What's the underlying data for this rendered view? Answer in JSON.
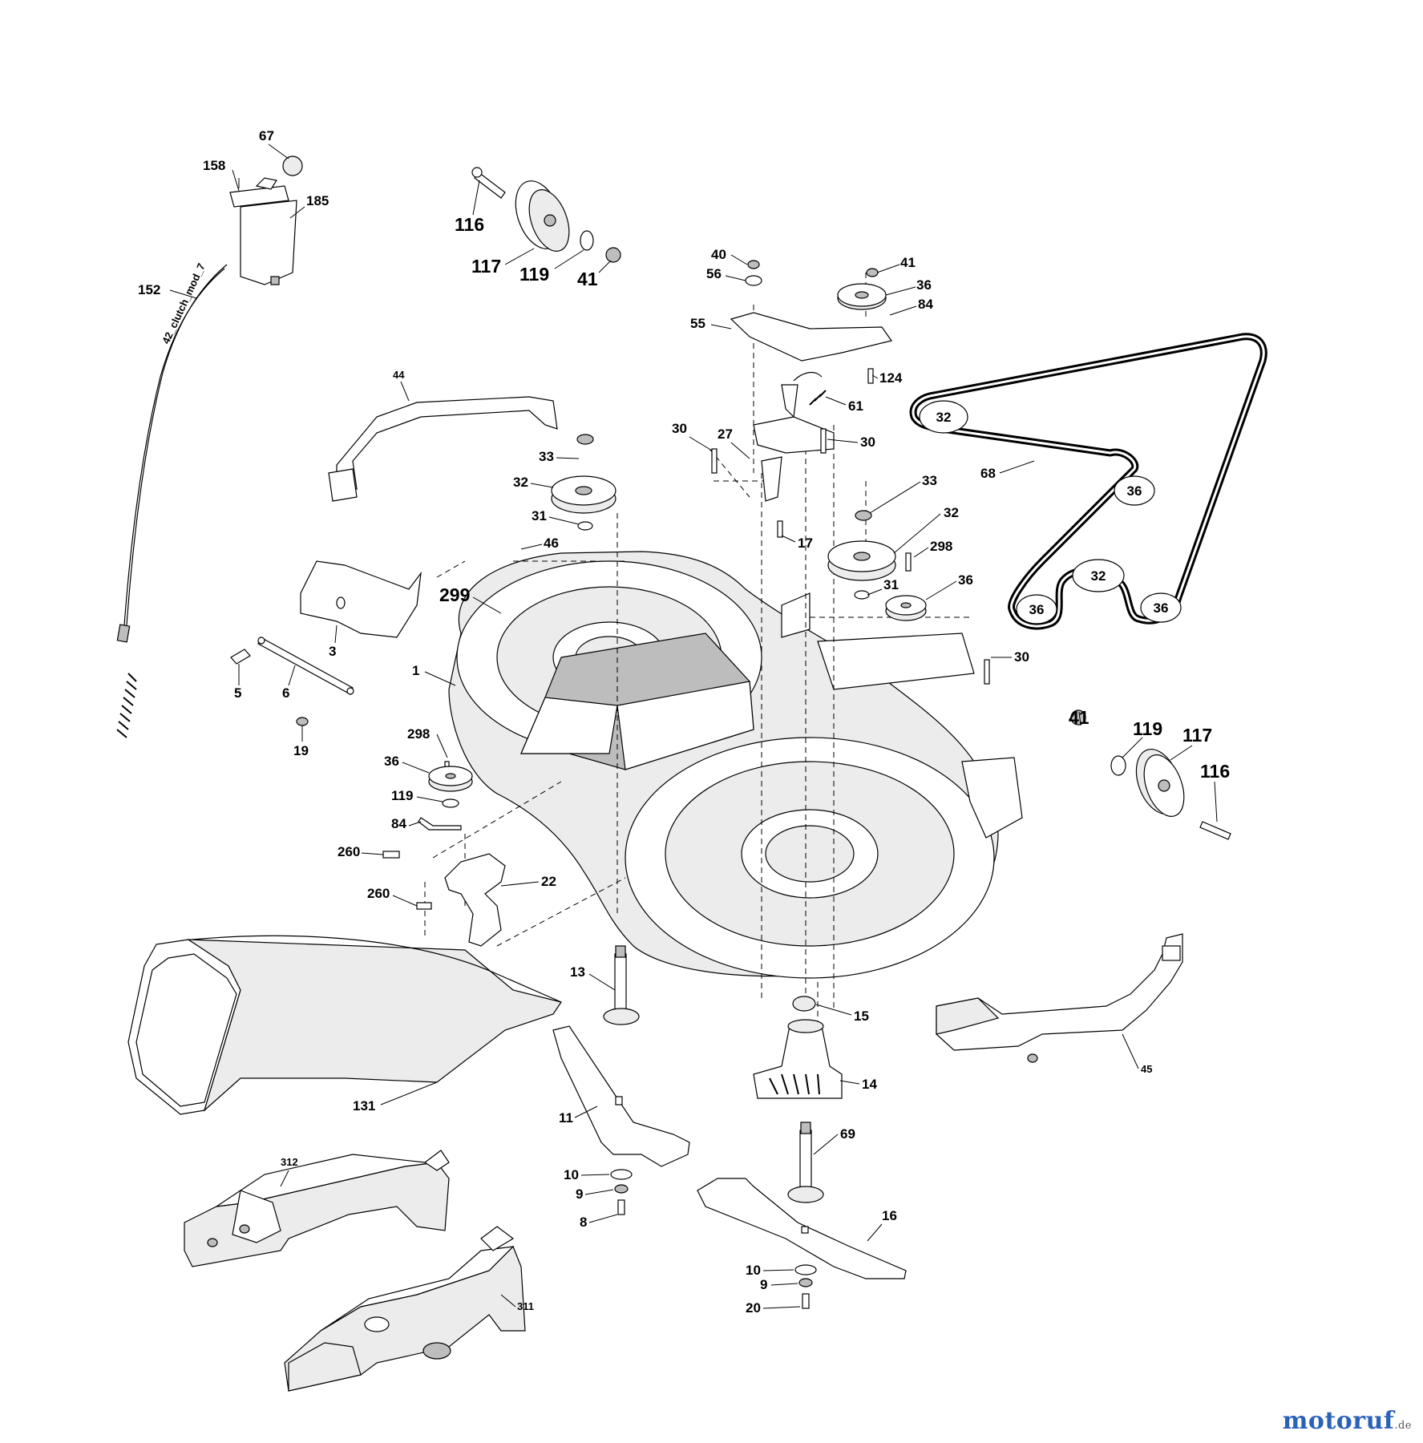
{
  "callouts": {
    "c67": "67",
    "c158": "158",
    "c185": "185",
    "c152": "152",
    "c116a": "116",
    "c117a": "117",
    "c119a": "119",
    "c41a": "41",
    "c40": "40",
    "c56": "56",
    "c41b": "41",
    "c36a": "36",
    "c84a": "84",
    "c55": "55",
    "c124": "124",
    "c61": "61",
    "c44": "44",
    "c30a": "30",
    "c27": "27",
    "c30b": "30",
    "c33a": "33",
    "c32a": "32",
    "c31a": "31",
    "c17": "17",
    "c33b": "33",
    "c32b": "32",
    "c298a": "298",
    "c31b": "31",
    "c36b": "36",
    "c46": "46",
    "c299": "299",
    "c68": "68",
    "c3": "3",
    "c5": "5",
    "c6": "6",
    "c19": "19",
    "c1": "1",
    "c30c": "30",
    "c41c": "41",
    "c119b": "119",
    "c117b": "117",
    "c116b": "116",
    "c298b": "298",
    "c36c": "36",
    "c119c": "119",
    "c84b": "84",
    "c260a": "260",
    "c260b": "260",
    "c22": "22",
    "c13": "13",
    "c15": "15",
    "c14": "14",
    "c131": "131",
    "c11": "11",
    "c45": "45",
    "c69": "69",
    "c312": "312",
    "c10a": "10",
    "c9a": "9",
    "c8": "8",
    "c16": "16",
    "c10b": "10",
    "c9b": "9",
    "c20": "20",
    "c311": "311",
    "clutch_cable_tag": "42_clutch_mod_7"
  },
  "belt_pulleys": {
    "p32a": "32",
    "p36a": "36",
    "p32b": "32",
    "p36b": "36",
    "p36c": "36"
  },
  "watermark": {
    "brand": "motoruf",
    "suffix": ".de"
  },
  "colors": {
    "ink": "#000000",
    "paper": "#ffffff",
    "wm_blue": "#2a62b8",
    "wm_red": "#d43a2f",
    "wm_green": "#3d9a3a",
    "wm_orange": "#e3962a"
  }
}
